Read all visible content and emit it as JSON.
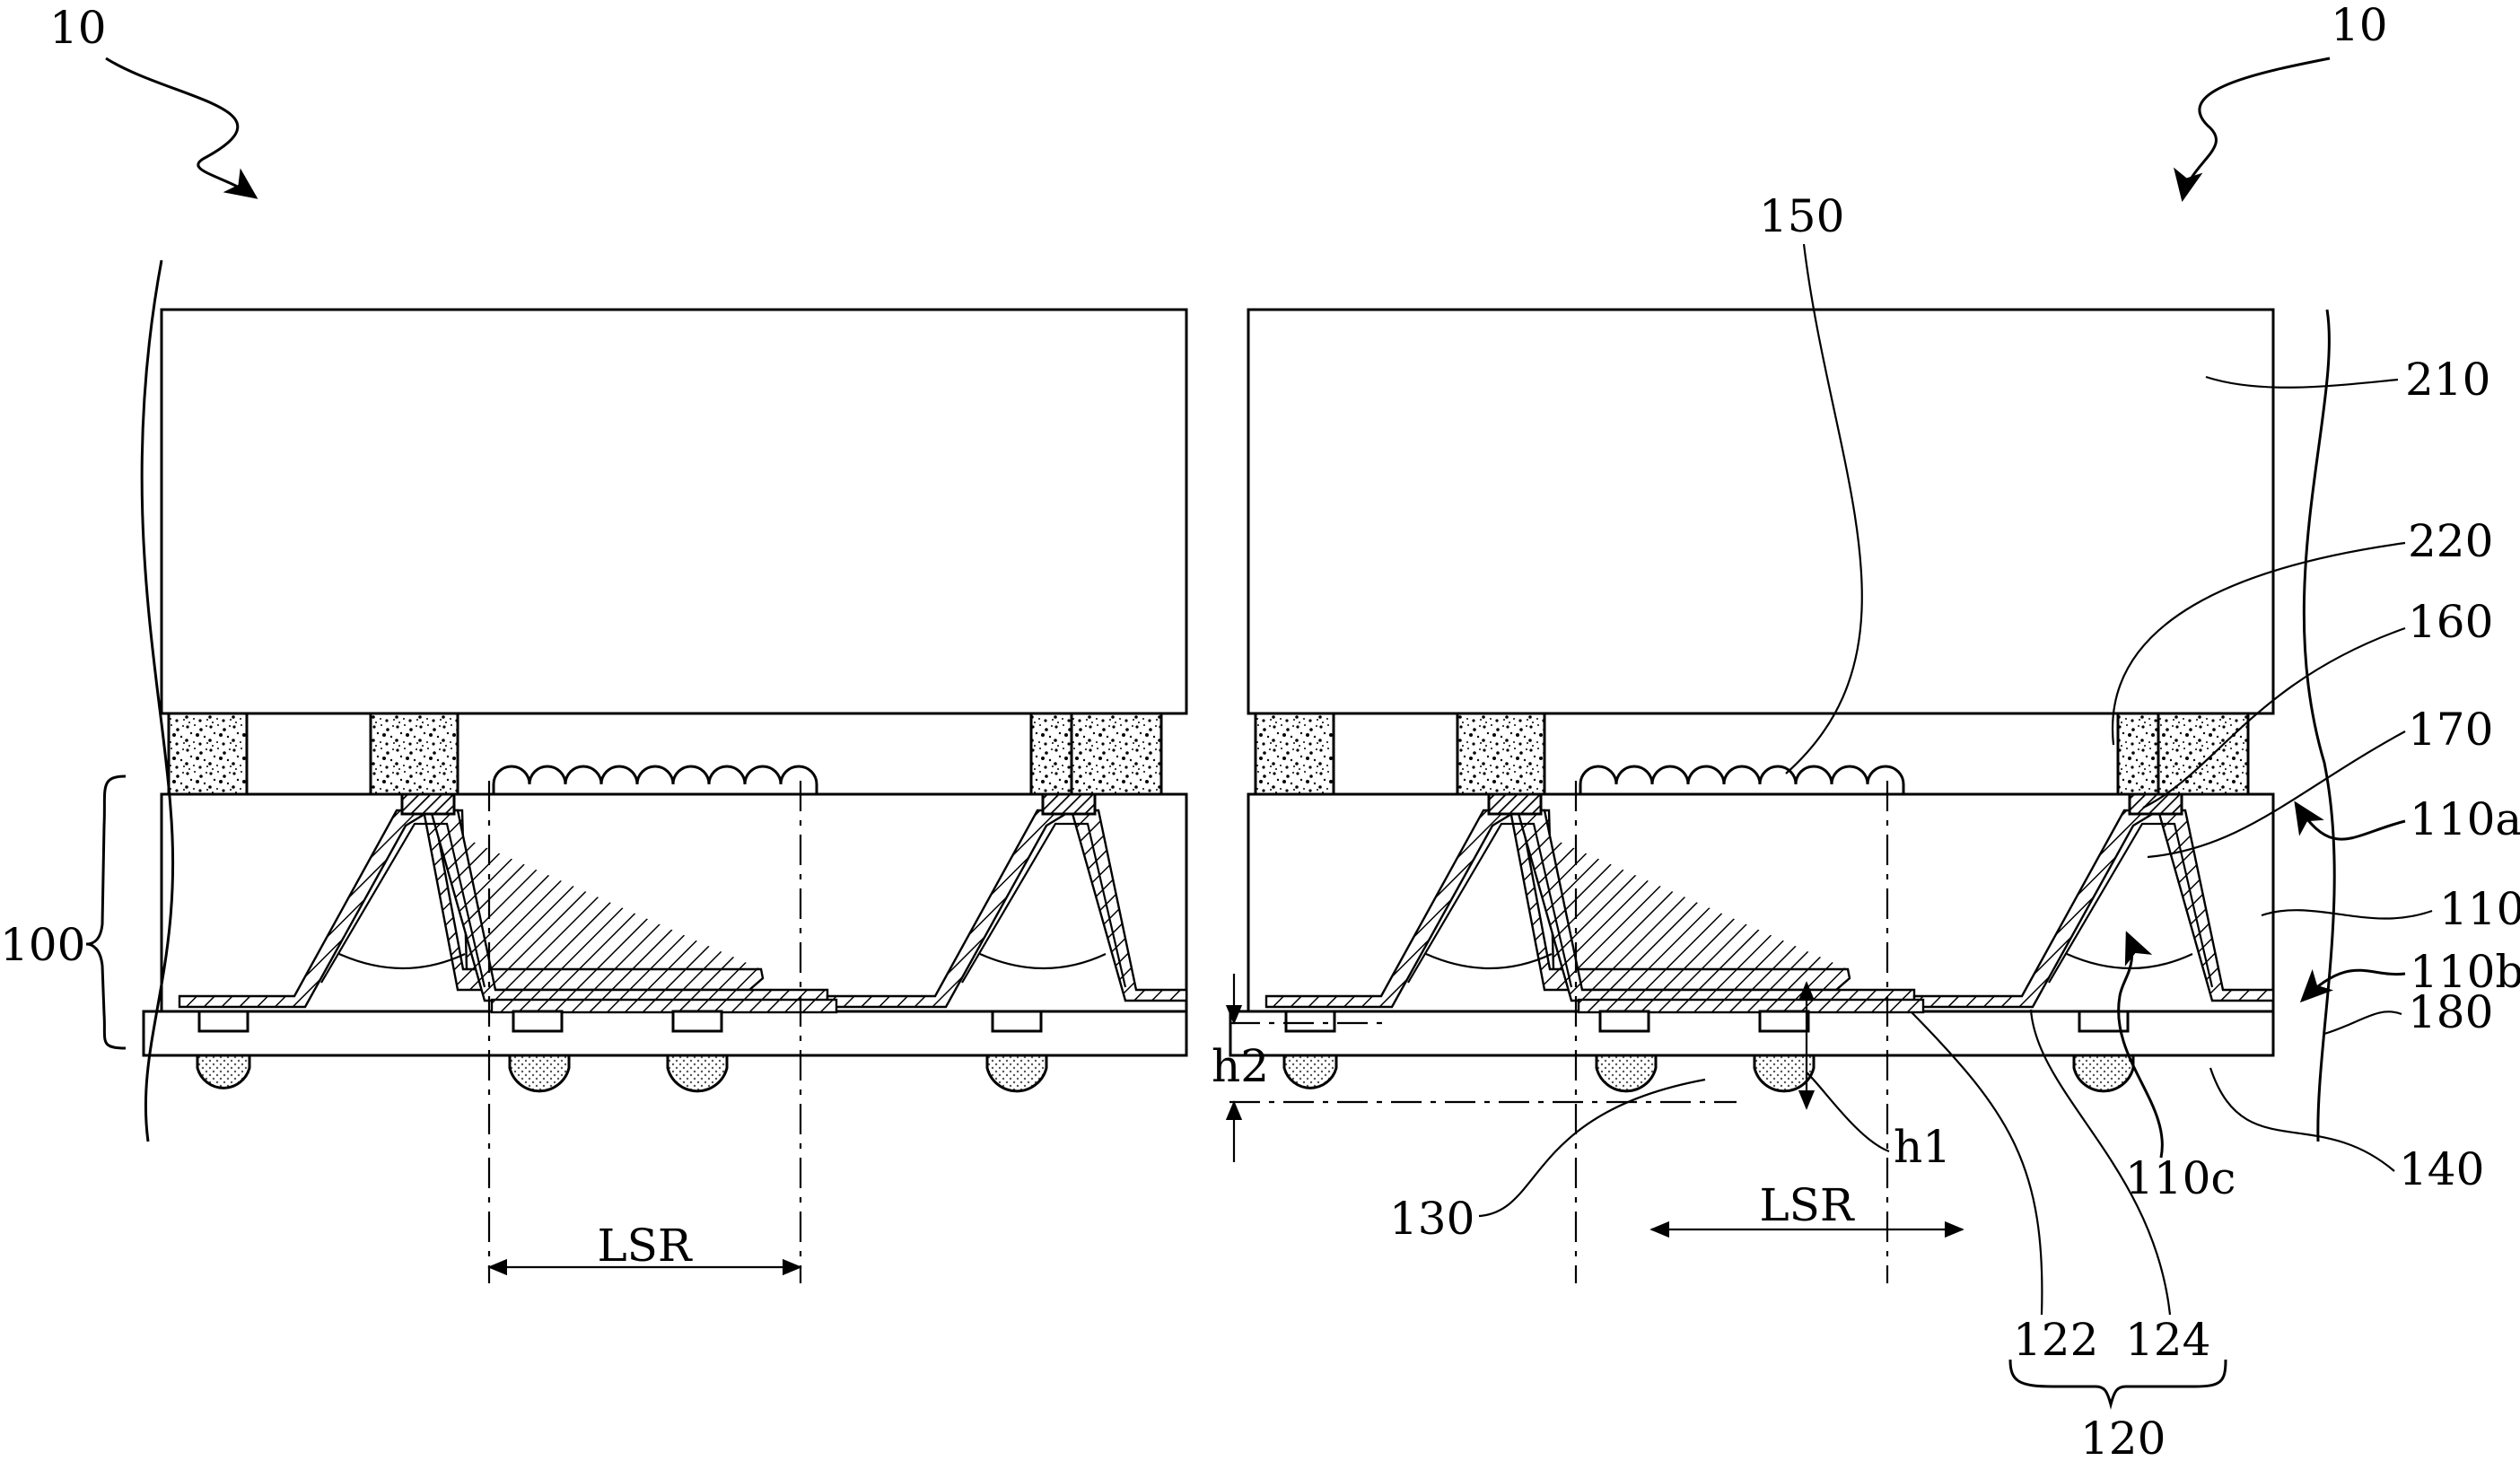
{
  "labels": {
    "ref_10": "10",
    "ref_100": "100",
    "ref_110": "110",
    "ref_110a": "110a",
    "ref_110b": "110b",
    "ref_110c": "110c",
    "ref_120": "120",
    "ref_122": "122",
    "ref_124": "124",
    "ref_130": "130",
    "ref_140": "140",
    "ref_150": "150",
    "ref_160": "160",
    "ref_170": "170",
    "ref_180": "180",
    "ref_210": "210",
    "ref_220": "220",
    "lsr": "LSR",
    "h1": "h1",
    "h2": "h2"
  }
}
